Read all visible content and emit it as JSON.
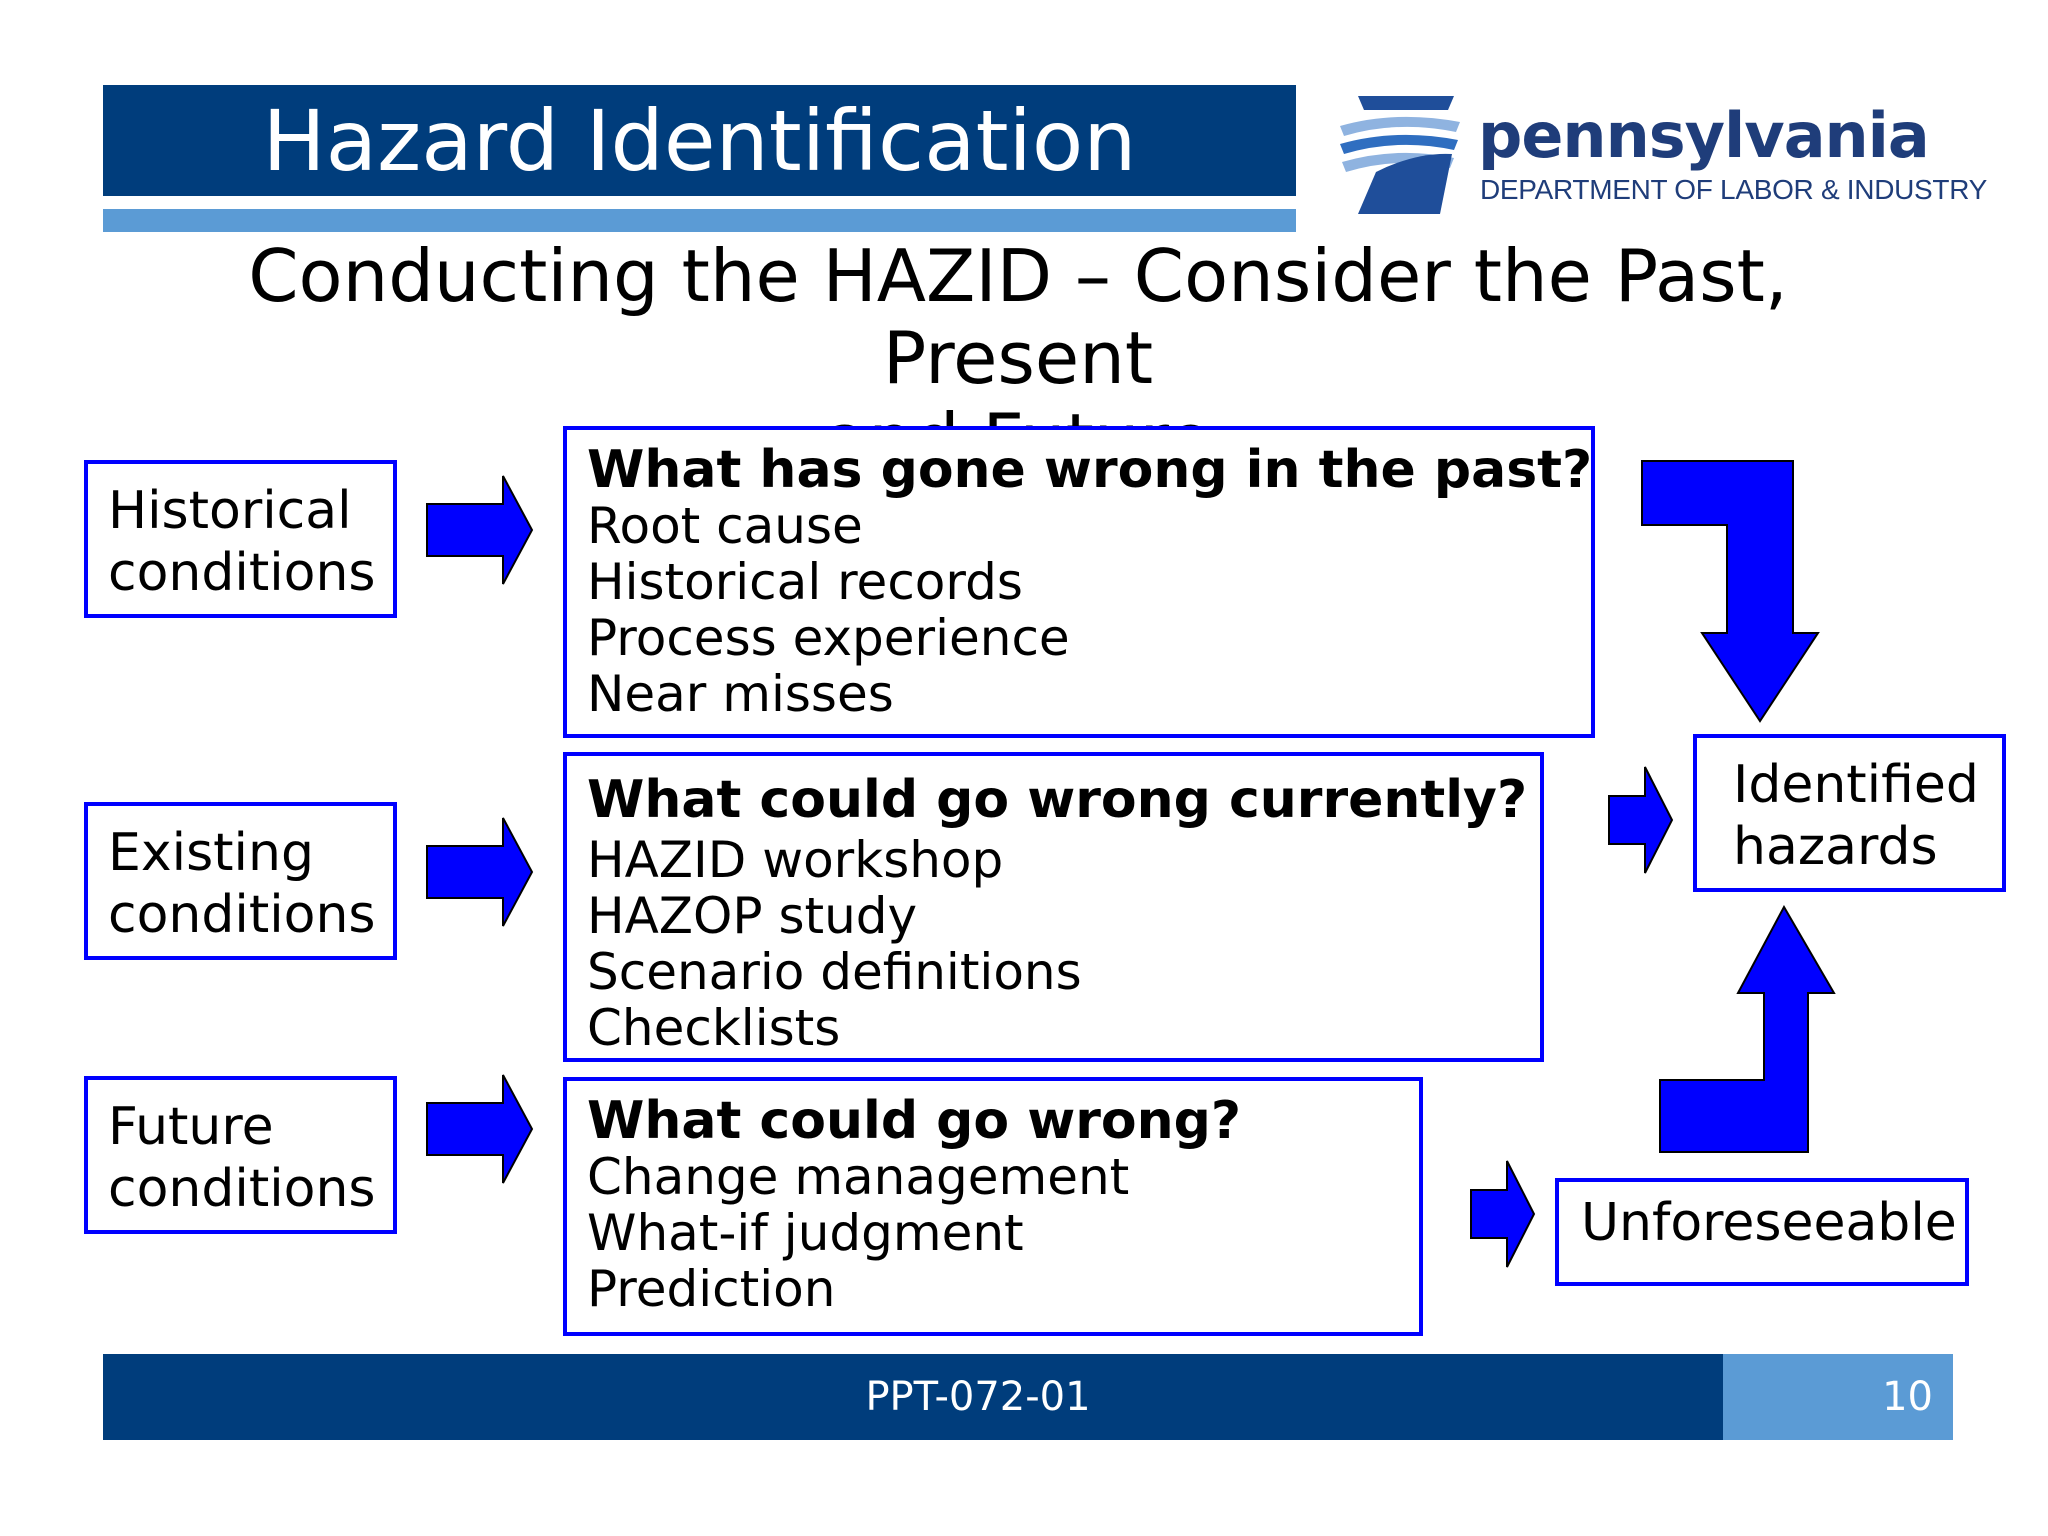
{
  "header": {
    "title": "Hazard Identification"
  },
  "logo": {
    "wordmark": "pennsylvania",
    "subtitle": "DEPARTMENT OF LABOR & INDUSTRY",
    "icon": "keystone-logo-icon"
  },
  "subtitle": {
    "line1": "Conducting the HAZID – Consider the Past, Present",
    "line2": "and Future"
  },
  "conditions": [
    {
      "line1": "Historical",
      "line2": "conditions"
    },
    {
      "line1": "Existing",
      "line2": "conditions"
    },
    {
      "line1": "Future",
      "line2": "conditions"
    }
  ],
  "questions": [
    {
      "question": "What has gone wrong in the past?",
      "items": [
        "Root cause",
        "Historical records",
        "Process experience",
        "Near misses"
      ]
    },
    {
      "question": "What could go wrong currently?",
      "items": [
        "HAZID workshop",
        "HAZOP study",
        "Scenario definitions",
        "Checklists"
      ]
    },
    {
      "question": "What could go wrong?",
      "items": [
        "Change management",
        "What-if judgment",
        "Prediction"
      ]
    }
  ],
  "outcomes": {
    "identified": {
      "line1": "Identified",
      "line2": "hazards"
    },
    "unforeseeable": "Unforeseeable"
  },
  "footer": {
    "code": "PPT-072-01",
    "page": "10"
  },
  "colors": {
    "navy": "#003d7c",
    "light_blue": "#5b9bd5",
    "arrow_blue": "#0000ff"
  }
}
